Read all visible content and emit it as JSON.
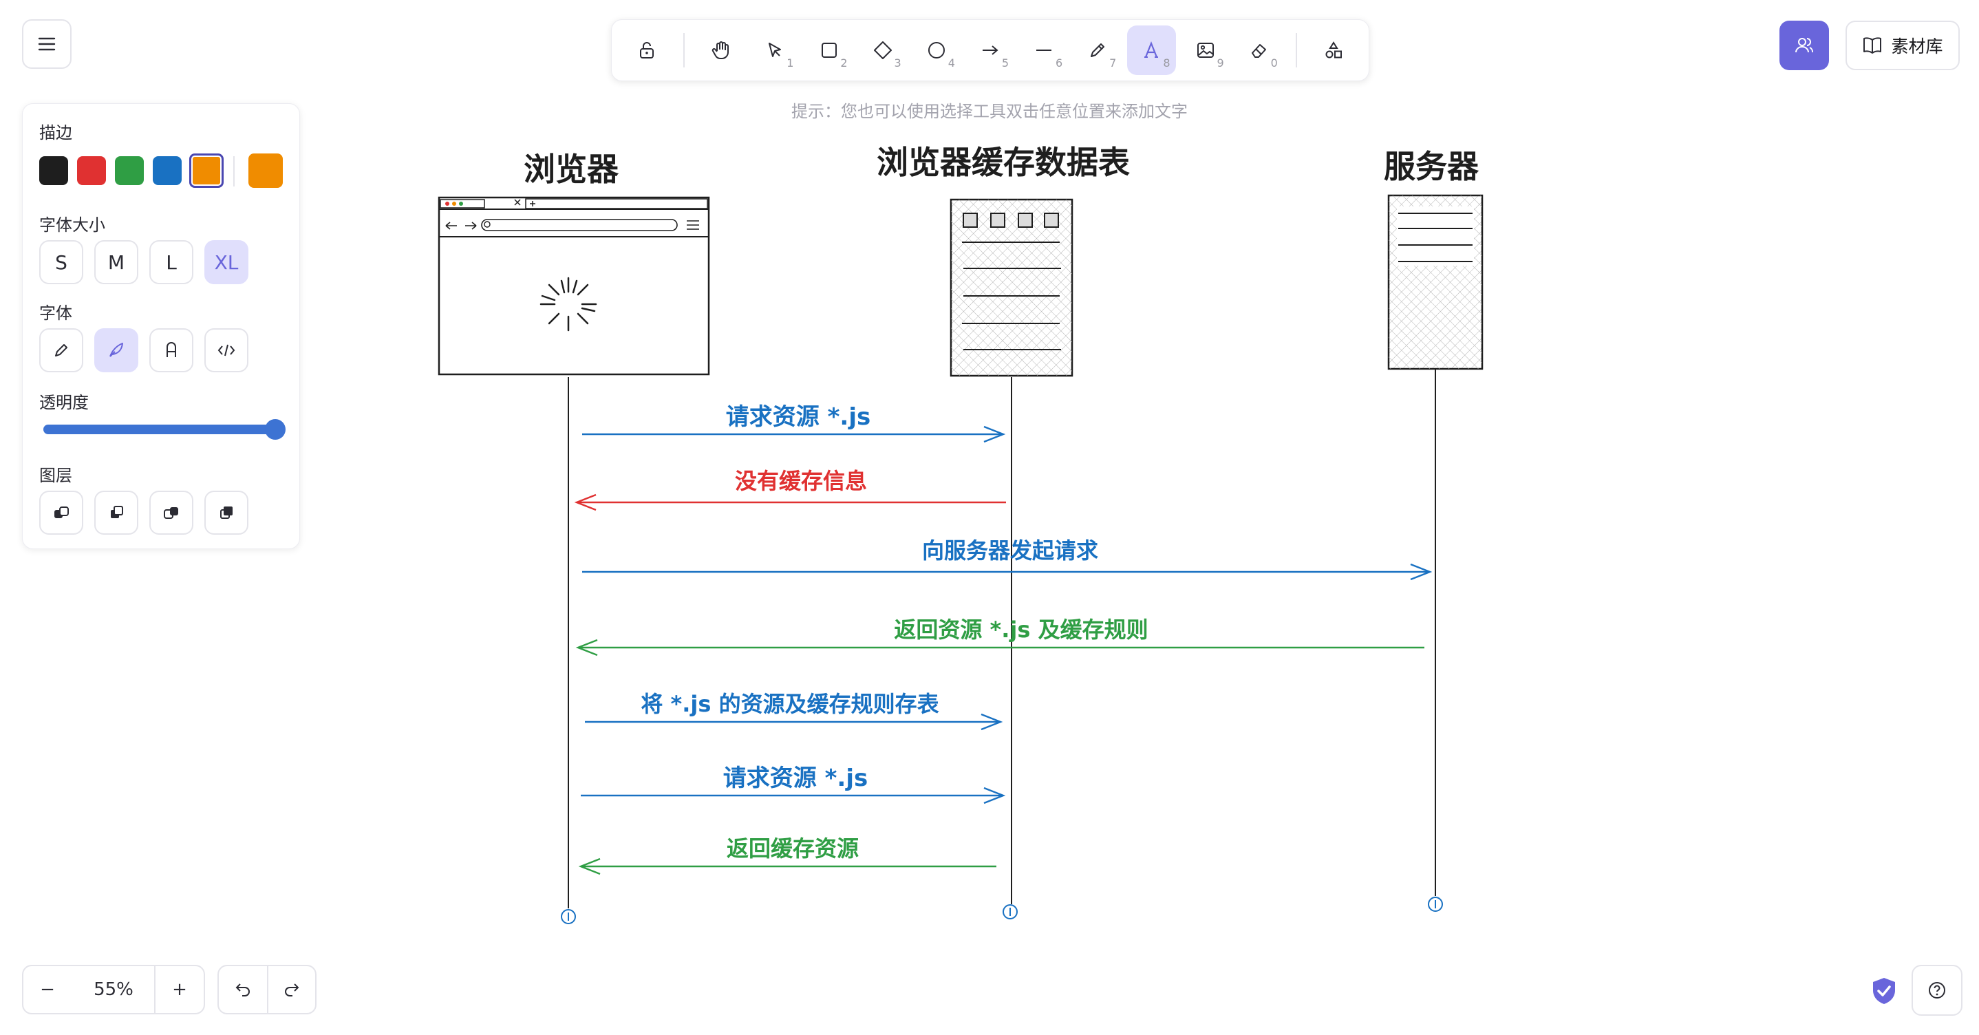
{
  "menu": {
    "icon": "hamburger-icon"
  },
  "toolbar": {
    "tools": [
      {
        "name": "lock",
        "icon": "lock-icon",
        "key": ""
      },
      {
        "name": "hand",
        "icon": "hand-icon",
        "key": ""
      },
      {
        "name": "select",
        "icon": "pointer-icon",
        "key": "1"
      },
      {
        "name": "rectangle",
        "icon": "rectangle-icon",
        "key": "2"
      },
      {
        "name": "diamond",
        "icon": "diamond-icon",
        "key": "3"
      },
      {
        "name": "ellipse",
        "icon": "ellipse-icon",
        "key": "4"
      },
      {
        "name": "arrow",
        "icon": "arrow-icon",
        "key": "5"
      },
      {
        "name": "line",
        "icon": "line-icon",
        "key": "6"
      },
      {
        "name": "draw",
        "icon": "pencil-icon",
        "key": "7"
      },
      {
        "name": "text",
        "icon": "text-icon",
        "key": "8",
        "active": true
      },
      {
        "name": "image",
        "icon": "image-icon",
        "key": "9"
      },
      {
        "name": "eraser",
        "icon": "eraser-icon",
        "key": "0"
      },
      {
        "name": "more",
        "icon": "shapes-icon",
        "key": ""
      }
    ]
  },
  "hint": "提示：您也可以使用选择工具双击任意位置来添加文字",
  "top_right": {
    "library_label": "素材库"
  },
  "panel": {
    "stroke_label": "描边",
    "stroke_colors": [
      "#1e1e1e",
      "#e03131",
      "#2f9e44",
      "#1971c2",
      "#f08c00"
    ],
    "selected_stroke": "#f08c00",
    "current_color": "#f08c00",
    "font_size_label": "字体大小",
    "font_sizes": [
      "S",
      "M",
      "L",
      "XL"
    ],
    "selected_font_size": "XL",
    "font_family_label": "字体",
    "font_families": [
      "hand-drawn-icon",
      "virgil-icon",
      "normal-font-icon",
      "code-font-icon"
    ],
    "opacity_label": "透明度",
    "opacity": 100,
    "layers_label": "图层",
    "layers": [
      "send-to-back-icon",
      "send-backward-icon",
      "bring-forward-icon",
      "bring-to-front-icon"
    ]
  },
  "zoom": {
    "level": "55%",
    "minus": "−",
    "plus": "+"
  },
  "diagram": {
    "lanes": [
      "浏览器",
      "浏览器缓存数据表",
      "服务器"
    ],
    "messages": [
      {
        "text": "请求资源 *.js",
        "color": "#1971c2"
      },
      {
        "text": "没有缓存信息",
        "color": "#e03131"
      },
      {
        "text": "向服务器发起请求",
        "color": "#1971c2"
      },
      {
        "text": "返回资源 *.js 及缓存规则",
        "color": "#2f9e44"
      },
      {
        "text": "将 *.js 的资源及缓存规则存表",
        "color": "#1971c2"
      },
      {
        "text": "请求资源 *.js",
        "color": "#1971c2"
      },
      {
        "text": "返回缓存资源",
        "color": "#2f9e44"
      }
    ]
  }
}
